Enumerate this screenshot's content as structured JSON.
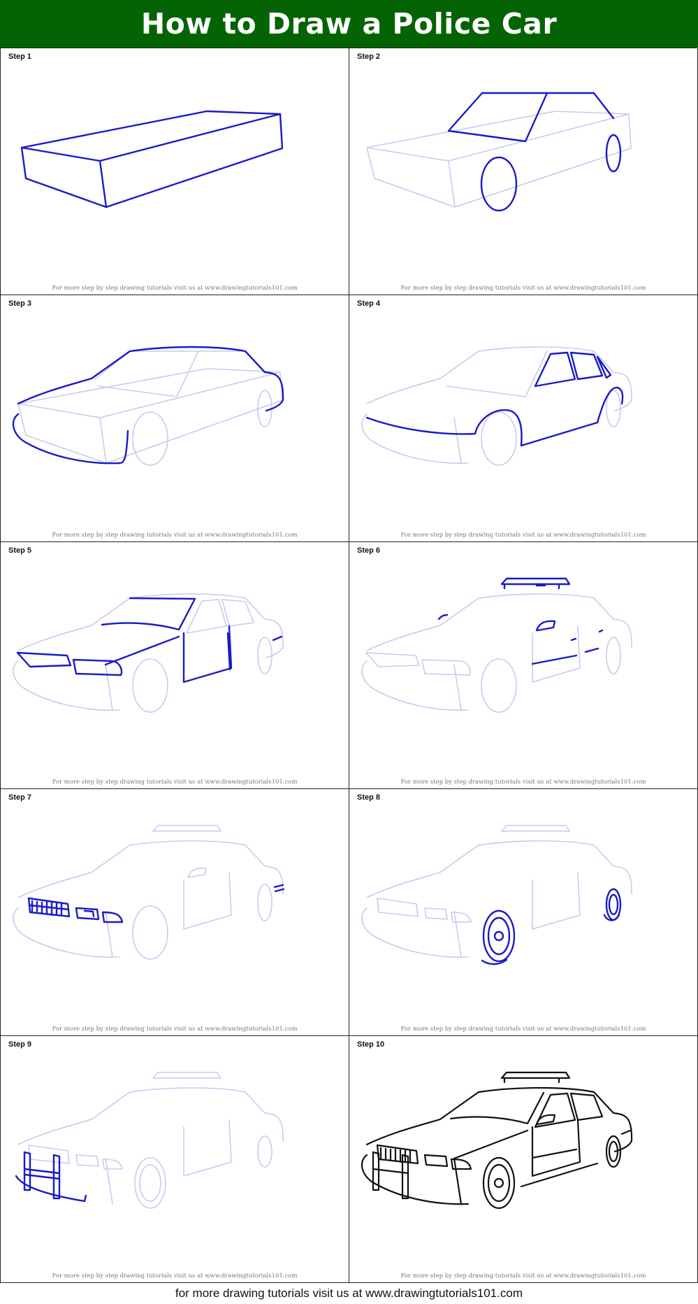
{
  "title": "How to Draw a Police Car",
  "steps": [
    {
      "label": "Step 1",
      "credit": "For more step by step drawing tutorials visit us at www.drawingtutorials101.com"
    },
    {
      "label": "Step 2",
      "credit": "For more step by step drawing tutorials visit us at www.drawingtutorials101.com"
    },
    {
      "label": "Step 3",
      "credit": "For more step by step drawing tutorials visit us at www.drawingtutorials101.com"
    },
    {
      "label": "Step 4",
      "credit": "For more step by step drawing tutorials visit us at www.drawingtutorials101.com"
    },
    {
      "label": "Step 5",
      "credit": "For more step by step drawing tutorials visit us at www.drawingtutorials101.com"
    },
    {
      "label": "Step 6",
      "credit": "For more step by step drawing tutorials visit us at www.drawingtutorials101.com"
    },
    {
      "label": "Step 7",
      "credit": "For more step by step drawing tutorials visit us at www.drawingtutorials101.com"
    },
    {
      "label": "Step 8",
      "credit": "For more step by step drawing tutorials visit us at www.drawingtutorials101.com"
    },
    {
      "label": "Step 9",
      "credit": "For more step by step drawing tutorials visit us at www.drawingtutorials101.com"
    },
    {
      "label": "Step 10",
      "credit": "For more step by step drawing tutorials visit us at www.drawingtutorials101.com"
    }
  ],
  "footer": "for more drawing tutorials visit us at www.drawingtutorials101.com",
  "colors": {
    "header_bg": "#046404",
    "guide_line": "#c9c9f0",
    "new_line": "#1a1ac8",
    "final_line": "#111111"
  }
}
